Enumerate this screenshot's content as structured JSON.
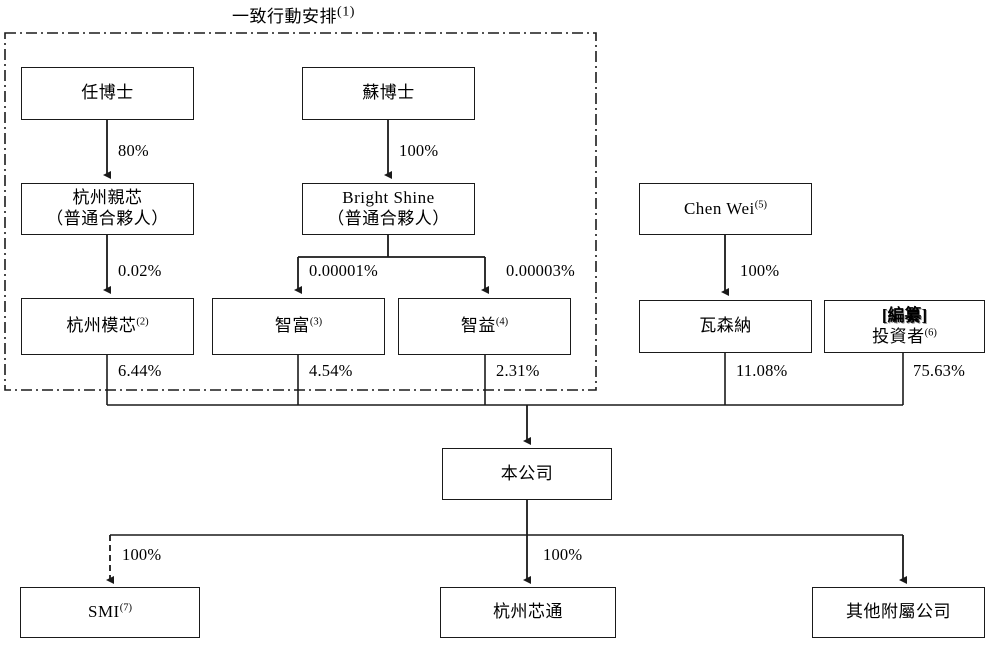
{
  "diagram": {
    "title": "一致行動安排",
    "title_sup": "(1)",
    "nodes": {
      "ren": {
        "line1": "任博士"
      },
      "su": {
        "line1": "蘇博士"
      },
      "hangzhou_qinxin": {
        "line1": "杭州親芯",
        "line2": "（普通合夥人）"
      },
      "bright_shine": {
        "line1": "Bright Shine",
        "line2": "（普通合夥人）"
      },
      "chen_wei": {
        "line1": "Chen Wei",
        "sup": "(5)"
      },
      "hangzhou_moxin": {
        "line1": "杭州模芯",
        "sup": "(2)"
      },
      "zhifu": {
        "line1": "智富",
        "sup": "(3)"
      },
      "zhiyi": {
        "line1": "智益",
        "sup": "(4)"
      },
      "wasenna": {
        "line1": "瓦森納"
      },
      "investor": {
        "line1": "[編纂]",
        "line2": "投資者",
        "sup": "(6)"
      },
      "company": {
        "line1": "本公司"
      },
      "smi": {
        "line1": "SMI",
        "sup": "(7)"
      },
      "hangzhou_xintong": {
        "line1": "杭州芯通"
      },
      "other_subs": {
        "line1": "其他附屬公司"
      }
    },
    "edges": {
      "ren_to_qinxin": "80%",
      "su_to_brightshine": "100%",
      "qinxin_to_moxin": "0.02%",
      "brightshine_to_zhifu": "0.00001%",
      "brightshine_to_zhiyi": "0.00003%",
      "chenwei_to_wasenna": "100%",
      "moxin_to_company": "6.44%",
      "zhifu_to_company": "4.54%",
      "zhiyi_to_company": "2.31%",
      "wasenna_to_company": "11.08%",
      "investor_to_company": "75.63%",
      "company_to_smi": "100%",
      "company_to_xintong": "100%"
    },
    "colors": {
      "stroke": "#1a1a1a",
      "background": "#ffffff",
      "text": "#000000"
    }
  }
}
